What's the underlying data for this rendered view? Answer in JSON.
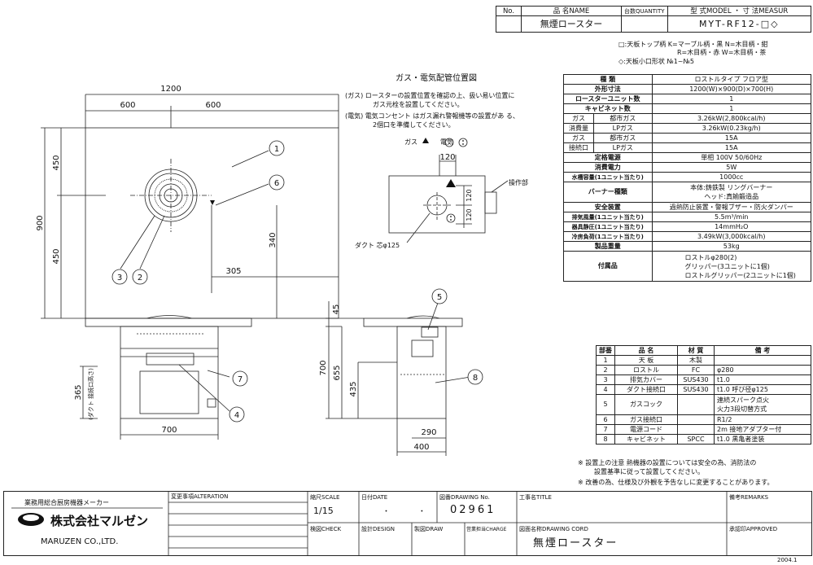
{
  "header": {
    "no_label": "No.",
    "name_label": "品 名NAME",
    "qty_label": "台数QUANTITY",
    "model_label": "型 式MODEL ・ 寸 法MEASUR",
    "product_name": "無煙ロースター",
    "model": "MYT-RF12-□◇"
  },
  "notes_top": {
    "line1": "□:天板トップ柄 K=マーブル柄・黒 N=木目柄・紺",
    "line2": "R=木目柄・赤 W=木目柄・茶",
    "line3": "◇:天板小口形状 №1~№5"
  },
  "gas_section": {
    "title": "ガス・電気配管位置図",
    "note1a": "(ガス) ロースターの設置位置を確認の上、扱い易い位置に",
    "note1b": "ガス元栓を設置してください。",
    "note2a": "(電気) 電気コンセント はガス漏れ警報機等の設置があ る、",
    "note2b": "2個口を準備してください。",
    "legend_gas": "ガス",
    "legend_elec": "電気",
    "dim_120_h": "120",
    "dim_120_v1": "120",
    "dim_120_v2": "120",
    "operation_label": "操作部",
    "duct_label": "ダクト 芯φ125"
  },
  "plan_view": {
    "dim_1200": "1200",
    "dim_600a": "600",
    "dim_600b": "600",
    "dim_900": "900",
    "dim_450a": "450",
    "dim_450b": "450",
    "dim_340": "340",
    "dim_305": "305",
    "c1": "1",
    "c2": "2",
    "c3": "3",
    "c6": "6"
  },
  "front_view": {
    "dim_700": "700",
    "dim_365": "365",
    "duct_note": "(ダクト 接続口高さ)",
    "c4": "4",
    "c7": "7"
  },
  "side_view": {
    "dim_45": "45",
    "dim_700": "700",
    "dim_655": "655",
    "dim_435": "435",
    "dim_290": "290",
    "dim_400": "400",
    "c5": "5",
    "c8": "8"
  },
  "specs": {
    "rows": [
      [
        "種 類",
        "ロストルタイプ フロア型"
      ],
      [
        "外形寸法",
        "1200(W)×900(D)×700(H)"
      ],
      [
        "ロースターユニット数",
        "1"
      ],
      [
        "キャビネット数",
        "1"
      ],
      [
        "定格電源",
        "単相 100V 50/60Hz"
      ],
      [
        "消費電力",
        "5W"
      ],
      [
        "水槽容量(1ユニット当たり)",
        "1000cc"
      ],
      [
        "安全装置",
        "過熱防止装置・警報ブザー・防火ダンパー"
      ],
      [
        "排気風量(1ユニット当たり)",
        "5.5m³/min"
      ],
      [
        "器具静圧(1ユニット当たり)",
        "14mmH₂O"
      ],
      [
        "冷房負荷(1ユニット当たり)",
        "3.49kW(3,000kcal/h)"
      ],
      [
        "製品重量",
        "53kg"
      ]
    ],
    "gas_label": "ガス",
    "consumption_label": "消費量",
    "connection_label": "接続口",
    "city_gas": "都市ガス",
    "lp_gas": "LPガス",
    "cons_city": "3.26kW(2,800kcal/h)",
    "cons_lp": "3.26kW(0.23kg/h)",
    "conn_city": "15A",
    "conn_lp": "15A",
    "burner_label": "バーナー種類",
    "burner_1": "本体:鋳鉄製 リングバーナー",
    "burner_2": "ヘッド:真鍮鍛造品",
    "accessory_label": "付属品",
    "acc_1": "ロストルφ280(2)",
    "acc_2": "グリッパー(3ユニットに1個)",
    "acc_3": "ロストルグリッパー(2ユニットに1個)"
  },
  "parts": {
    "headers": [
      "部番",
      "品 名",
      "材 質",
      "備 考"
    ],
    "rows": [
      [
        "1",
        "天 板",
        "木製",
        ""
      ],
      [
        "2",
        "ロストル",
        "FC",
        "φ280"
      ],
      [
        "3",
        "排気カバー",
        "SUS430",
        "t1.0"
      ],
      [
        "4",
        "ダクト接続口",
        "SUS430",
        "t1.0 呼び径φ125"
      ],
      [
        "5",
        "ガスコック",
        "",
        "連続スパーク点火|火力3段切替方式"
      ],
      [
        "6",
        "ガス接続口",
        "",
        "R1/2"
      ],
      [
        "7",
        "電源コード",
        "",
        "2m 接地アダプター付"
      ],
      [
        "8",
        "キャビネット",
        "SPCC",
        "t1.0 黒亀者塗装"
      ]
    ]
  },
  "footnotes": {
    "n1a": "※ 設置上の注意 熱機器の設置については安全の為、消防法の",
    "n1b": "設置基準に従って設置してください。",
    "n2": "※ 改善の為、仕様及び外観を予告なしに変更することがあります。"
  },
  "title_block": {
    "maker": "業務用総合厨房機器メーカー",
    "company": "株式会社マルゼン",
    "company_en": "MARUZEN CO.,LTD.",
    "alteration": "変更事項ALTERATION",
    "scale_label": "縮尺SCALE",
    "scale_value": "1/15",
    "date_label": "日付DATE",
    "date_value": "・ ・",
    "drawing_no_label": "図番DRAWING No.",
    "drawing_no": "02961",
    "title_label": "工事名TITLE",
    "remarks_label": "備考REMARKS",
    "check_label": "検図CHECK",
    "design_label": "設計DESIGN",
    "draw_label": "製図DRAW",
    "charge_label": "営業担当CHARGE",
    "cord_label": "図面名称DRAWING CORD",
    "cord_value": "無煙ロースター",
    "approved_label": "承認印APPROVED",
    "year": "2004.1"
  }
}
